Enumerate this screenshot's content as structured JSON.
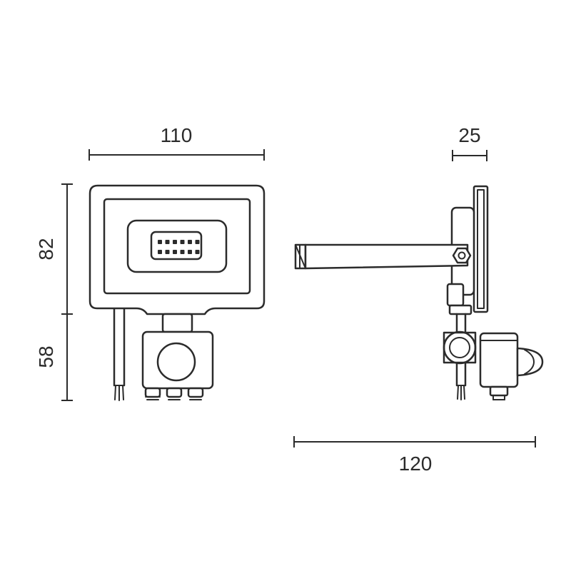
{
  "dimensions": {
    "width_front": "110",
    "height_body": "82",
    "height_sensor": "58",
    "depth": "25",
    "length_bracket": "120"
  },
  "colors": {
    "line": "#2b2b2b",
    "background": "#ffffff"
  }
}
